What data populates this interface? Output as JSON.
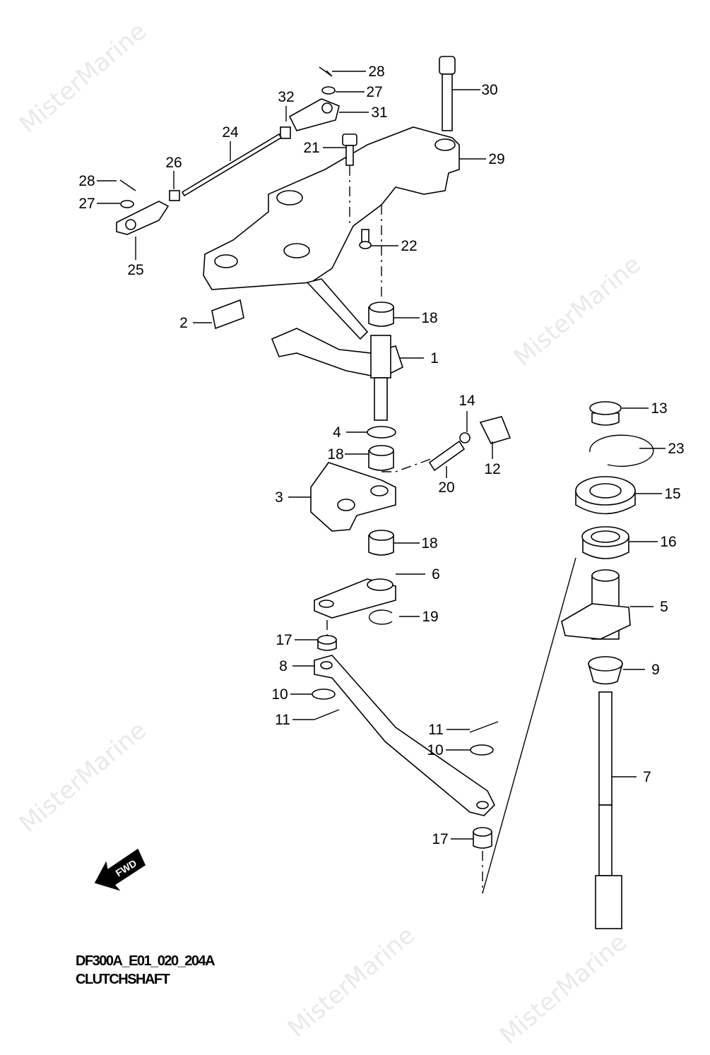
{
  "watermark": "MisterMarine",
  "fwd_label": "FWD",
  "caption": {
    "code": "DF300A_E01_020_204A",
    "title": "CLUTCHSHAFT"
  },
  "callouts": [
    "28",
    "27",
    "30",
    "32",
    "31",
    "24",
    "21",
    "29",
    "26",
    "28",
    "27",
    "25",
    "22",
    "18",
    "2",
    "1",
    "14",
    "4",
    "12",
    "18",
    "20",
    "3",
    "18",
    "6",
    "19",
    "17",
    "8",
    "10",
    "11",
    "11",
    "10",
    "17",
    "13",
    "23",
    "15",
    "16",
    "5",
    "9",
    "7"
  ]
}
